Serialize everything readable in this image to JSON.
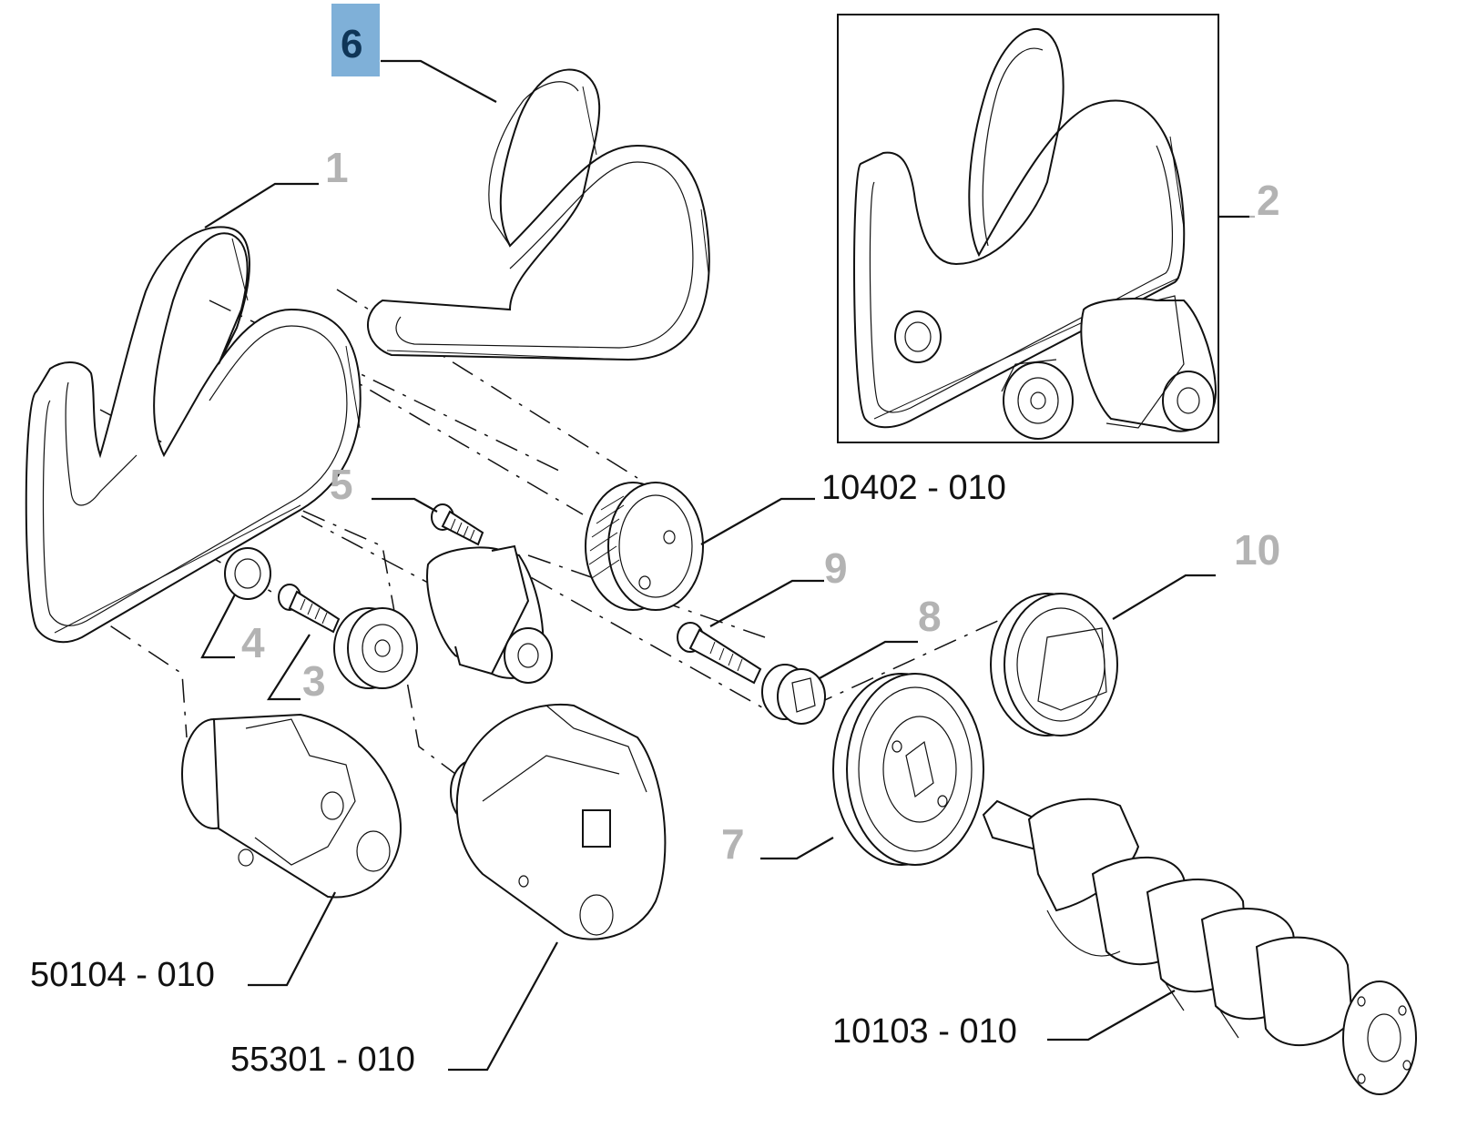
{
  "diagram": {
    "highlighted_ref": "6",
    "highlight_color": "#7fb0d8",
    "ref_color": "#b3b3b3",
    "refs": {
      "r1": "1",
      "r2": "2",
      "r3": "3",
      "r4": "4",
      "r5": "5",
      "r6": "6",
      "r7": "7",
      "r8": "8",
      "r9": "9",
      "r10": "10"
    },
    "part_codes": {
      "water_pump_pulley": "10402 - 010",
      "ac_compressor": "50104 - 010",
      "alternator": "55301 - 010",
      "crankshaft": "10103 - 010"
    }
  }
}
